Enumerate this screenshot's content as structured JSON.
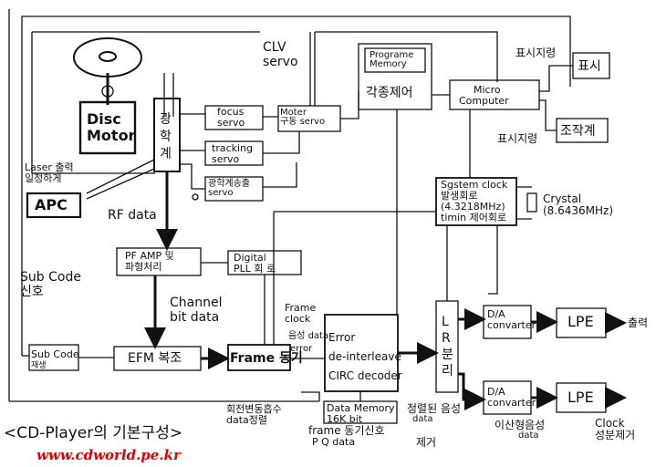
{
  "blocks": {
    "disc_motor": [
      "Disc",
      "Motor"
    ],
    "optical_pickup": [
      "광",
      "학",
      "계"
    ],
    "focus_servo": [
      "focus",
      "servo"
    ],
    "tracking_servo": [
      "tracking",
      "servo"
    ],
    "feed_servo": [
      "광학계송출",
      "servo"
    ],
    "motor_servo": [
      "Moter",
      "구동  servo"
    ],
    "program_memory": [
      "Programe",
      "Memory"
    ],
    "controller": "각종제어",
    "micro_computer": [
      "Micro",
      "Computer"
    ],
    "display": "표시",
    "operation": "조작계",
    "apc": "APC",
    "clock_gen": [
      "Sgstem clock",
      "발생회로",
      "(4.3218MHz)",
      "timin 제어회로"
    ],
    "rf_amp": [
      "PF AMP 및",
      "파형처리"
    ],
    "digital_pll": [
      "Digital",
      "PLL 회 로"
    ],
    "subcode": [
      "Sub Code",
      "재생"
    ],
    "efm": "EFM 복조",
    "frame_sync": "Frame 동기",
    "ecc": [
      "Error",
      "de-interleave",
      "CIRC decoder"
    ],
    "data_memory": [
      "Data Memory",
      "16K bit"
    ],
    "lr_split": [
      "L",
      "R",
      "분",
      "리"
    ],
    "dac1": [
      "D/A",
      "convarter"
    ],
    "dac2": [
      "D/A",
      "convarter"
    ],
    "lpe1": "LPE",
    "lpe2": "LPE"
  },
  "labels": {
    "clv_servo": [
      "CLV",
      "servo"
    ],
    "display_signal": "표시지령",
    "operation_signal": "표시지령",
    "laser": [
      "Laser 출력",
      "일정하게"
    ],
    "rf_data": "RF data",
    "crystal": [
      "Crystal",
      "(8.6436MHz)"
    ],
    "subcode_signal": [
      "Sub Code",
      "신호"
    ],
    "channel_bit": [
      "Channel",
      "bit data"
    ],
    "frame_clock": [
      "Frame",
      "clock"
    ],
    "sound_data": "음성 data",
    "error": "error",
    "output": "출력",
    "aligned_sound": [
      "정렬된 음성",
      "data"
    ],
    "discrete_sound": [
      "이산형음성",
      "data"
    ],
    "clock_removal": [
      "Clock",
      "성분제거"
    ],
    "rotation_absorb": [
      "회전변동흡수",
      "data정렬"
    ],
    "frame_sync_removal": [
      "frame 동기신호",
      "P Q data",
      "제거"
    ]
  },
  "caption": "<CD-Player의 기본구성>",
  "url": "www.cdworld.pe.kr"
}
